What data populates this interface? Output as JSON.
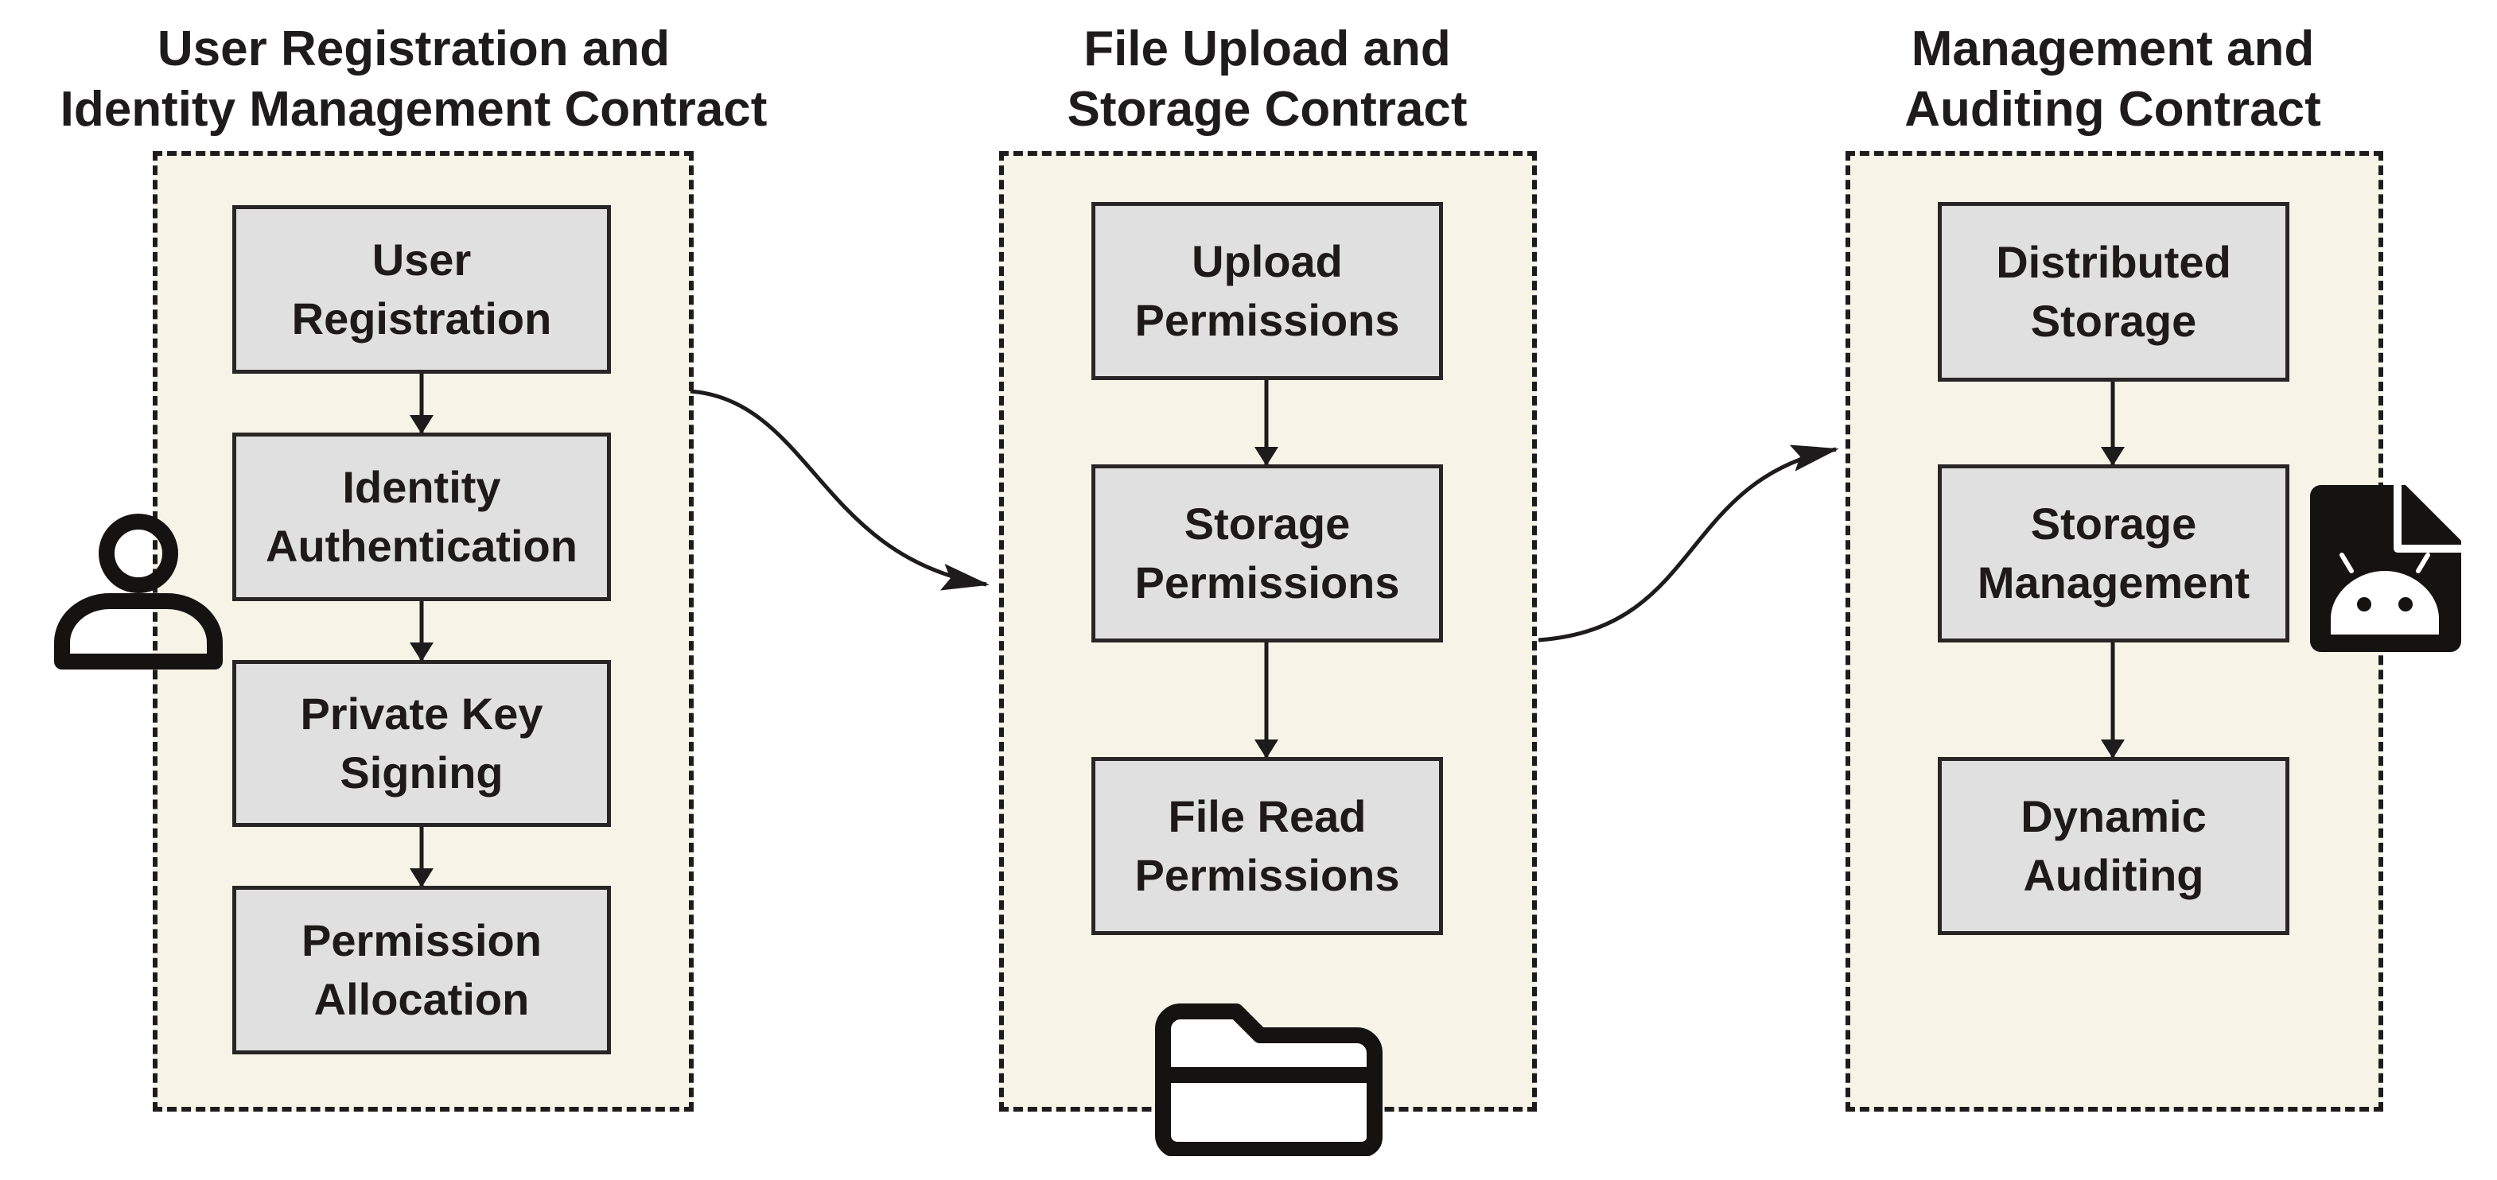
{
  "colors": {
    "panel_fill": "#f7f4e7",
    "box_fill": "#e0e0e0",
    "ink": "#1d1b1b"
  },
  "contracts": [
    {
      "title_line1": "User Registration and",
      "title_line2": "Identity Management Contract",
      "steps": [
        {
          "line1": "User",
          "line2": "Registration"
        },
        {
          "line1": "Identity",
          "line2": "Authentication"
        },
        {
          "line1": "Private Key",
          "line2": "Signing"
        },
        {
          "line1": "Permission",
          "line2": "Allocation"
        }
      ],
      "icon": "user-icon"
    },
    {
      "title_line1": "File Upload and",
      "title_line2": "Storage Contract",
      "steps": [
        {
          "line1": "Upload",
          "line2": "Permissions"
        },
        {
          "line1": "Storage",
          "line2": "Permissions"
        },
        {
          "line1": "File Read",
          "line2": "Permissions"
        }
      ],
      "icon": "folder-icon"
    },
    {
      "title_line1": "Management and",
      "title_line2": "Auditing Contract",
      "steps": [
        {
          "line1": "Distributed",
          "line2": "Storage"
        },
        {
          "line1": "Storage",
          "line2": "Management"
        },
        {
          "line1": "Dynamic",
          "line2": "Auditing"
        }
      ],
      "icon": "android-file-icon"
    }
  ]
}
